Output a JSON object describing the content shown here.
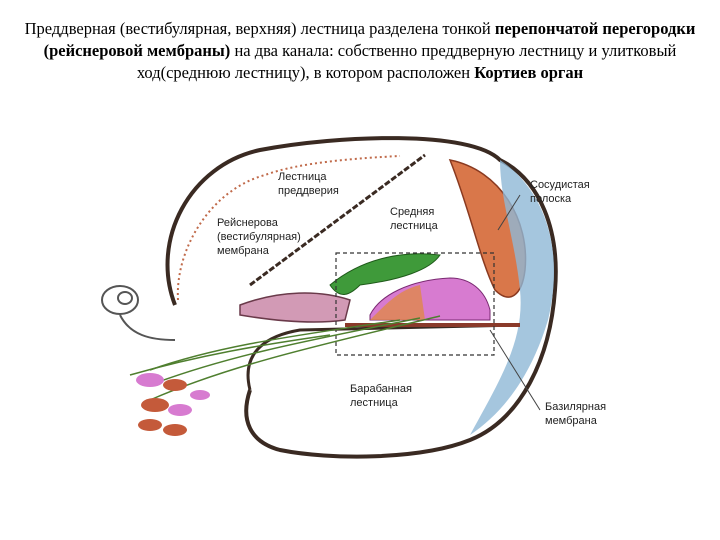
{
  "caption": {
    "part1": "Преддверная (вестибулярная, верхняя) лестница разделена тонкой ",
    "bold1": "перепончатой перегородки (рейснеровой мембраны)",
    "part2": " на два канала: собственно преддверную лестницу и улитковый ход(среднюю лестницу), в котором расположен ",
    "bold2": "Кортиев орган"
  },
  "labels": {
    "scala_vestibuli": [
      "Лестница",
      "преддверия"
    ],
    "scala_media": [
      "Средняя",
      "лестница"
    ],
    "reissner": [
      "Рейснерова",
      "(вестибулярная)",
      "мембрана"
    ],
    "stria": [
      "Сосудистая",
      "полоска"
    ],
    "scala_tympani": [
      "Барабанная",
      "лестница"
    ],
    "basilar": [
      "Базилярная",
      "мембрана"
    ]
  },
  "colors": {
    "outline": "#3a2a22",
    "stria": "#d9774a",
    "ligament": "#8fb8d6",
    "tectorial": "#3f9a3a",
    "corti": "#d77bd0",
    "nerve": "#4f7f2f"
  }
}
